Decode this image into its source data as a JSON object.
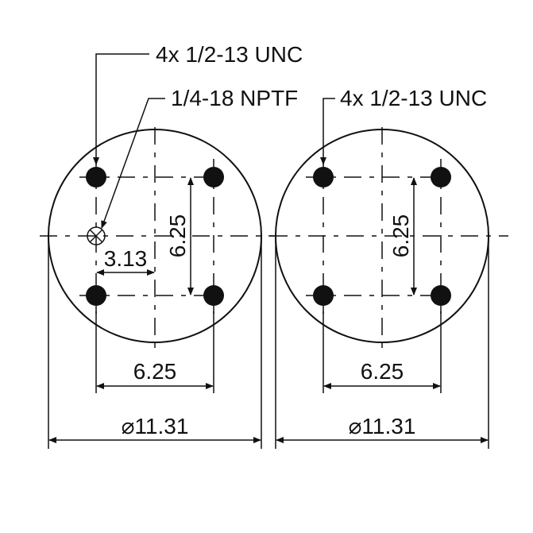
{
  "callouts": {
    "left_thread_top": "4x 1/2-13 UNC",
    "left_port": "1/4-18 NPTF",
    "right_thread_top": "4x 1/2-13 UNC"
  },
  "dimensions": {
    "left_offset": "3.13",
    "left_vertical_spacing": "6.25",
    "left_horizontal_spacing": "6.25",
    "left_diameter": "11.31",
    "right_vertical_spacing": "6.25",
    "right_horizontal_spacing": "6.25",
    "right_diameter": "11.31"
  },
  "symbols": {
    "diameter": "⌀"
  }
}
